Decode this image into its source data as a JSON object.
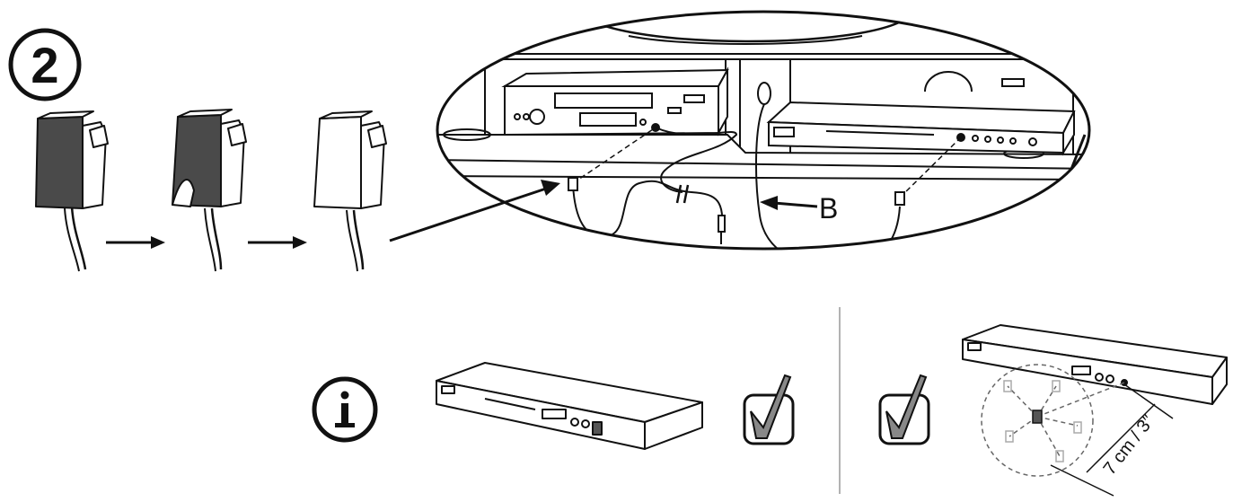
{
  "step": {
    "number": "2"
  },
  "labels": {
    "cable_label": "B",
    "distance": "7 cm / 3″"
  },
  "icons": {
    "step_badge": "circled-number-icon",
    "info": "info-icon",
    "check": "checkmark-box-icon"
  },
  "colors": {
    "ink": "#111111",
    "emitter_dark": "#4a4a4a",
    "paper": "#ffffff"
  }
}
